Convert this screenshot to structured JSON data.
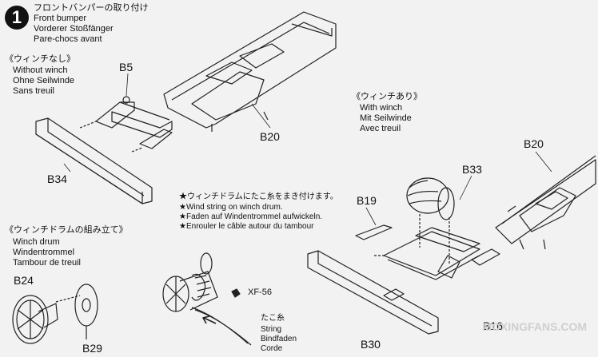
{
  "step": {
    "number": "1",
    "title_ja": "フロントバンパーの取り付け",
    "title_en": "Front bumper",
    "title_de": "Vorderer Stoßfänger",
    "title_fr": "Pare-chocs avant"
  },
  "without_winch": {
    "ja": "《ウィンチなし》",
    "en": "Without winch",
    "de": "Ohne Seilwinde",
    "fr": "Sans treuil"
  },
  "with_winch": {
    "ja": "《ウィンチあり》",
    "en": "With winch",
    "de": "Mit Seilwinde",
    "fr": "Avec treuil"
  },
  "winch_drum": {
    "ja": "《ウィンチドラムの組み立て》",
    "en": "Winch drum",
    "de": "Windentrommel",
    "fr": "Tambour de treuil"
  },
  "string_note": {
    "ja": "★ウィンチドラムにたこ糸をまき付けます。",
    "en": "★Wind string on winch drum.",
    "de": "★Faden auf Windentrommel aufwickeln.",
    "fr": "★Enrouler le câble autour du tambour"
  },
  "string_label": {
    "ja": "たこ糸",
    "en": "String",
    "de": "Bindfaden",
    "fr": "Corde"
  },
  "paint": "XF-56",
  "parts": {
    "b5": "B5",
    "b20_left": "B20",
    "b34": "B34",
    "b24": "B24",
    "b29": "B29",
    "b19": "B19",
    "b33": "B33",
    "b20_right": "B20",
    "b30": "B30",
    "b16": "B16"
  },
  "watermark": "MOXINGFANS.COM"
}
